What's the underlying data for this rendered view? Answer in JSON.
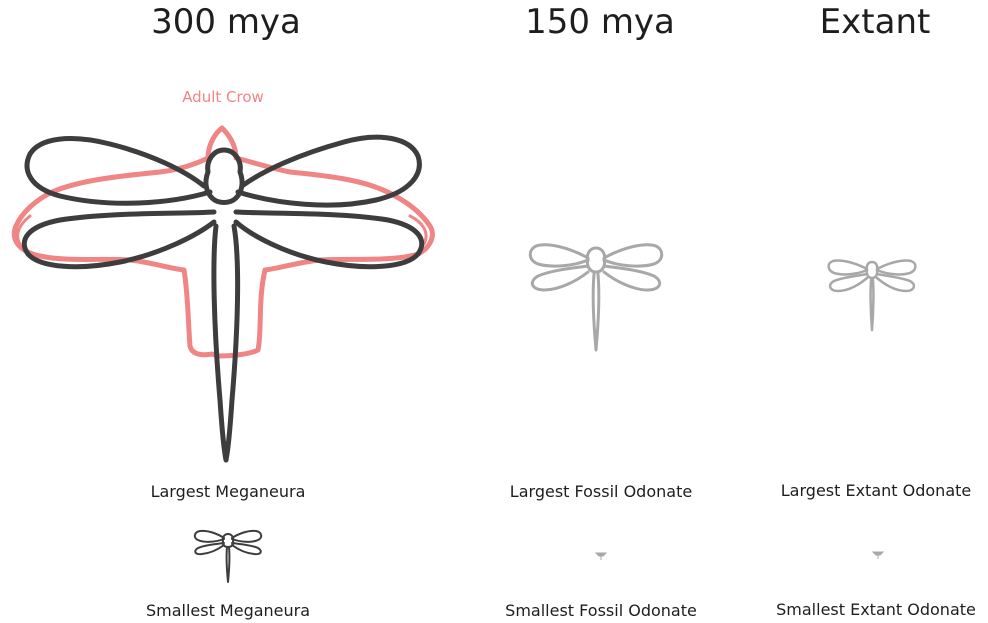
{
  "columns": [
    {
      "title": "300 mya",
      "largest_label": "Largest Meganeura",
      "smallest_label": "Smallest Meganeura"
    },
    {
      "title": "150 mya",
      "largest_label": "Largest Fossil Odonate",
      "smallest_label": "Smallest Fossil Odonate"
    },
    {
      "title": "Extant",
      "largest_label": "Largest Extant Odonate",
      "smallest_label": "Smallest Extant Odonate"
    }
  ],
  "overlay": {
    "label": "Adult Crow"
  },
  "colors": {
    "text": "#1e1e1e",
    "meganeura_outline": "#3d3d3d",
    "crow_outline": "#f08585",
    "odonate_outline": "#a8a8a8"
  },
  "icons": {
    "dragonfly": "dragonfly-outline-icon",
    "crow": "crow-silhouette-icon"
  }
}
